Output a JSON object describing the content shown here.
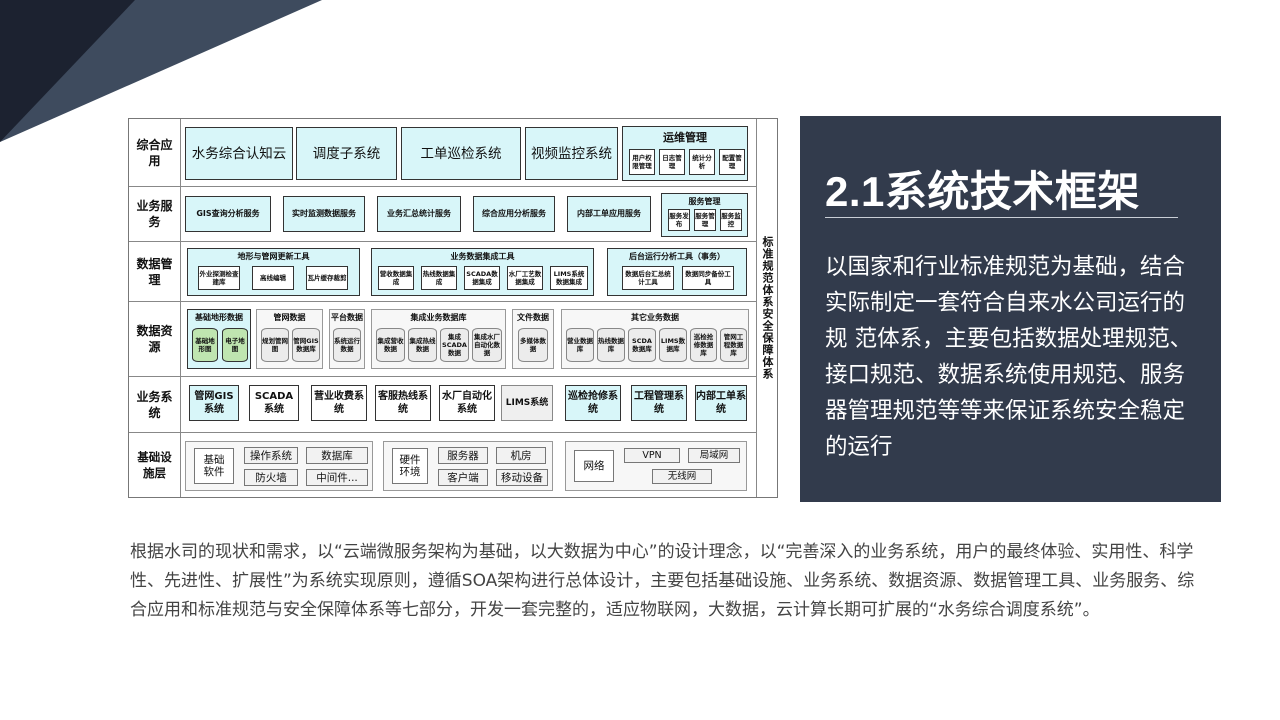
{
  "panel": {
    "title": "2.1系统技术框架",
    "text": "以国家和行业标准规范为基础，结合实际制定一套符合自来水公司运行的规 范体系，主要包括数据处理规范、接口规范、数据系统使用规范、服务器管理规范等等来保证系统安全稳定的运行"
  },
  "paragraph": "根据水司的现状和需求，以“云端微服务架构为基础，以大数据为中心”的设计理念，以“完善深入的业务系统，用户的最终体验、实用性、科学性、先进性、扩展性”为系统实现原则，遵循SOA架构进行总体设计，主要包括基础设施、业务系统、数据资源、数据管理工具、业务服务、综合应用和标准规范与安全保障体系等七部分，开发一套完整的，适应物联网，大数据，云计算长期可扩展的“水务综合调度系统”。",
  "diagram": {
    "side_label": "标准规范体系安全保障体系",
    "layers": {
      "app": {
        "label": "综合应用",
        "boxes": [
          "水务综合认知云",
          "调度子系统",
          "工单巡检系统",
          "视频监控系统"
        ],
        "ops": {
          "title": "运维管理",
          "items": [
            "用户权限管理",
            "日志管理",
            "统计分析",
            "配置管理"
          ]
        }
      },
      "service": {
        "label": "业务服务",
        "boxes": [
          "GIS查询分析服务",
          "实时监测数据服务",
          "业务汇总统计服务",
          "综合应用分析服务",
          "内部工单应用服务"
        ],
        "mgmt": {
          "title": "服务管理",
          "items": [
            "服务发布",
            "服务管理",
            "服务监控"
          ]
        }
      },
      "datamgmt": {
        "label": "数据管理",
        "groups": [
          {
            "title": "地形与管网更新工具",
            "items": [
              "外业探测检查建库",
              "高线编辑",
              "瓦片缓存裁剪"
            ]
          },
          {
            "title": "业务数据集成工具",
            "items": [
              "营收数据集成",
              "热线数据集成",
              "SCADA数据集成",
              "水厂工艺数据集成",
              "LIMS系统数据集成"
            ]
          },
          {
            "title": "后台运行分析工具（事务）",
            "items": [
              "数据后台汇总统计工具",
              "数据同步备份工具"
            ]
          }
        ]
      },
      "resource": {
        "label": "数据资源",
        "groups": [
          {
            "title": "基础地形数据",
            "items": [
              "基础地形图",
              "电子地图"
            ]
          },
          {
            "title": "管网数据",
            "items": [
              "规划管网图",
              "管网GIS数据库"
            ]
          },
          {
            "title": "平台数据",
            "items": [
              "系统运行数据"
            ]
          },
          {
            "title": "集成业务数据库",
            "items": [
              "集成营收数据",
              "集成热线数据",
              "集成SCADA数据",
              "集成水厂自动化数据"
            ]
          },
          {
            "title": "文件数据",
            "items": [
              "多媒体数据"
            ]
          },
          {
            "title": "其它业务数据",
            "items": [
              "营业数据库",
              "热线数据库",
              "SCDA数据库",
              "LIMS数据库",
              "巡检抢修数据库",
              "管网工程数据库"
            ]
          }
        ]
      },
      "business": {
        "label": "业务系统",
        "boxes": [
          "管网GIS系统",
          "SCADA系统",
          "营业收费系统",
          "客服热线系统",
          "水厂自动化系统",
          "LIMS系统",
          "巡检抢修系统",
          "工程管理系统",
          "内部工单系统"
        ]
      },
      "infra": {
        "label": "基础设施层",
        "software": {
          "title": "基础软件",
          "items": [
            "操作系统",
            "数据库",
            "防火墙",
            "中间件..."
          ]
        },
        "hardware": {
          "title": "硬件环境",
          "items": [
            "服务器",
            "机房",
            "客户端",
            "移动设备"
          ]
        },
        "network": {
          "title": "网络",
          "items": [
            "VPN",
            "局域网",
            "无线网"
          ]
        }
      }
    }
  }
}
